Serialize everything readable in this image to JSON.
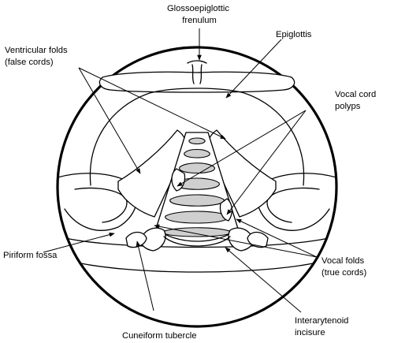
{
  "labels": {
    "glossoepiglottic_frenulum": [
      "Glossoepiglottic",
      "frenulum"
    ],
    "epiglottis": [
      "Epiglottis"
    ],
    "ventricular_folds": [
      "Ventricular folds",
      "(false cords)"
    ],
    "vocal_cord_polyps": [
      "Vocal cord",
      "polyps"
    ],
    "piriform_fossa": [
      "Piriform fossa"
    ],
    "vocal_folds": [
      "Vocal folds",
      "(true cords)"
    ],
    "cuneiform_tubercle": [
      "Cuneiform tubercle"
    ],
    "interarytenoid_incisure": [
      "Interarytenoid",
      "incisure"
    ]
  },
  "colors": {
    "line": "#000000",
    "tracheal_ring_fill": "#cfcfcf",
    "background": "#ffffff"
  }
}
